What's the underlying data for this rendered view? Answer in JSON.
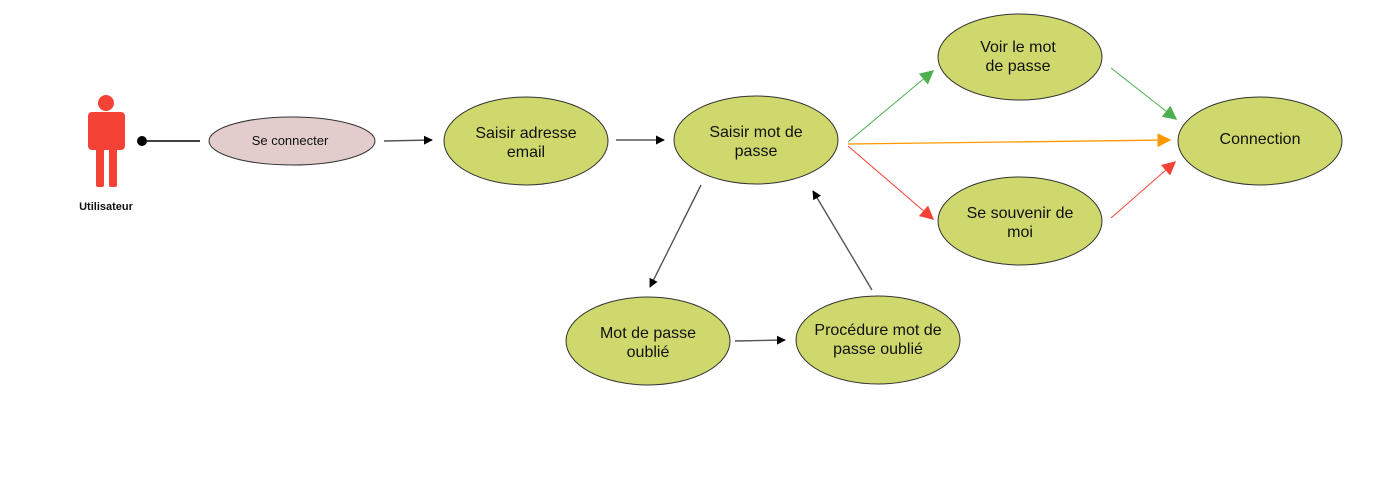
{
  "actor": {
    "label": "Utilisateur",
    "color": "#f44336"
  },
  "colors": {
    "usecase_fill": "#cfd86d",
    "usecase_stroke": "#333333",
    "start_fill": "#e2cccc",
    "arrow_default": "#555555",
    "arrow_green": "#4caf50",
    "arrow_orange": "#ff9800",
    "arrow_red": "#f44336"
  },
  "nodes": {
    "se_connecter": {
      "label": "Se connecter"
    },
    "saisir_email": {
      "line1": "Saisir adresse",
      "line2": "email"
    },
    "saisir_mdp": {
      "line1": "Saisir mot de",
      "line2": "passe"
    },
    "voir_mdp": {
      "line1": "Voir le mot",
      "line2": "de passe"
    },
    "souvenir": {
      "line1": "Se souvenir de",
      "line2": "moi"
    },
    "connection": {
      "label": "Connection"
    },
    "mdp_oublie": {
      "line1": "Mot de passe",
      "line2": "oublié"
    },
    "procedure": {
      "line1": "Procédure mot de",
      "line2": "passe oublié"
    }
  }
}
